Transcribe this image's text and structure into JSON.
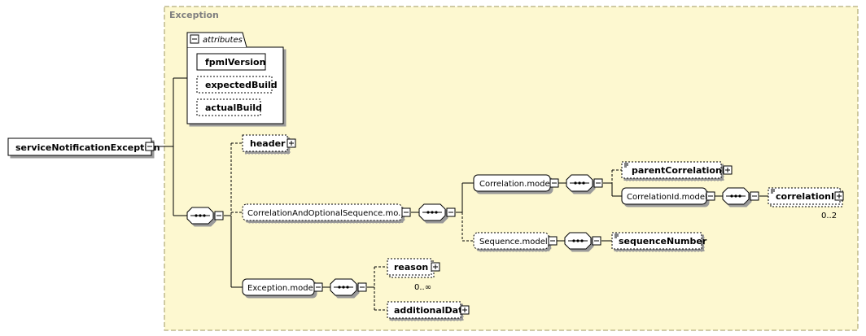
{
  "exception_group": {
    "title": "Exception"
  },
  "attributes_box": {
    "title": "attributes",
    "items": [
      "fpmlVersion",
      "expectedBuild",
      "actualBuild"
    ]
  },
  "root": {
    "label": "serviceNotificationException"
  },
  "elements": {
    "header": "header",
    "correlation_and_optional_sequence": "CorrelationAndOptionalSequence.mo...",
    "correlation_model": "Correlation.model",
    "parent_correlation_id": "parentCorrelationId",
    "correlation_id_model": "CorrelationId.model",
    "correlation_id": "correlationId",
    "correlation_id_occurs": "0..2",
    "sequence_model": "Sequence.model",
    "sequence_number": "sequenceNumber",
    "exception_model": "Exception.model",
    "reason": "reason",
    "reason_occurs": "0..∞",
    "additional_data": "additionalData"
  },
  "colors": {
    "group_fill": "#fdf8d0",
    "group_border": "#a09860",
    "group_title": "#808080",
    "line": "#000000"
  },
  "icons": [
    "collapse-icon",
    "expand-icon",
    "sequence-compositor-icon",
    "documentation-icon"
  ]
}
